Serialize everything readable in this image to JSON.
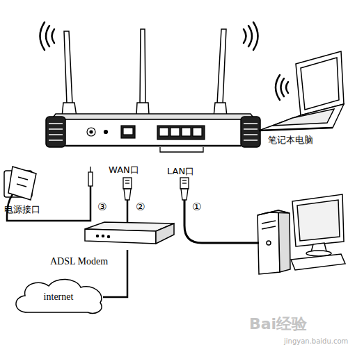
{
  "diagram": {
    "nodes": [
      {
        "text": [
          "WAN口",
          "LAN口"
        ]
      },
      {
        "text": [
          "笔记本电脑"
        ]
      },
      {
        "text": [
          "电源接口"
        ]
      },
      {
        "text": [
          "ADSL Modem"
        ]
      },
      {
        "text": [
          "internet"
        ]
      }
    ],
    "edges": [
      {
        "from": 2,
        "to": 0,
        "arrow": "none",
        "label": "③"
      },
      {
        "from": 3,
        "to": 0,
        "arrow": "none",
        "label": "②"
      },
      {
        "from": 4,
        "to": 3,
        "arrow": "none"
      }
    ],
    "labels": [
      "①",
      "Bai经验",
      "jingyan.baidu.com"
    ]
  }
}
